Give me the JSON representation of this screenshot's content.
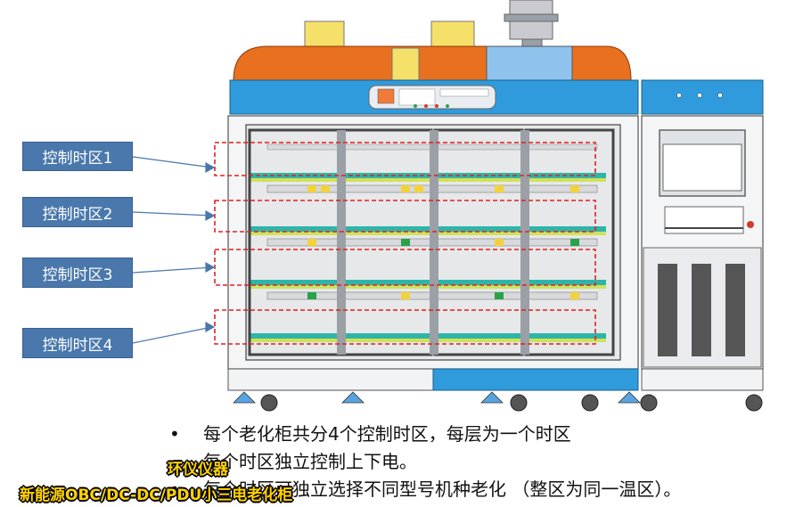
{
  "zone_labels": [
    "控制时区1",
    "控制时区2",
    "控制时区3",
    "控制时区4"
  ],
  "bullets": [
    {
      "marker": "•",
      "text": "每个老化柜共分4个控制时区，每层为一个时区"
    },
    {
      "marker": "",
      "text": "每个时区独立控制上下电。"
    },
    {
      "marker": "•",
      "text": "每个时区可独立选择不同型号机种老化  （整区为同一温区）。"
    }
  ],
  "watermark": {
    "line1": "环仪仪器",
    "line2": "新能源OBC/DC-DC/PDU小三电老化柜"
  },
  "colors": {
    "label_fill": "#4a78ad",
    "cabinet_blue": "#2f9bdc",
    "hood_orange": "#e8701f",
    "zone_box": "#e02020",
    "accent_yellow": "#f5e06a"
  }
}
